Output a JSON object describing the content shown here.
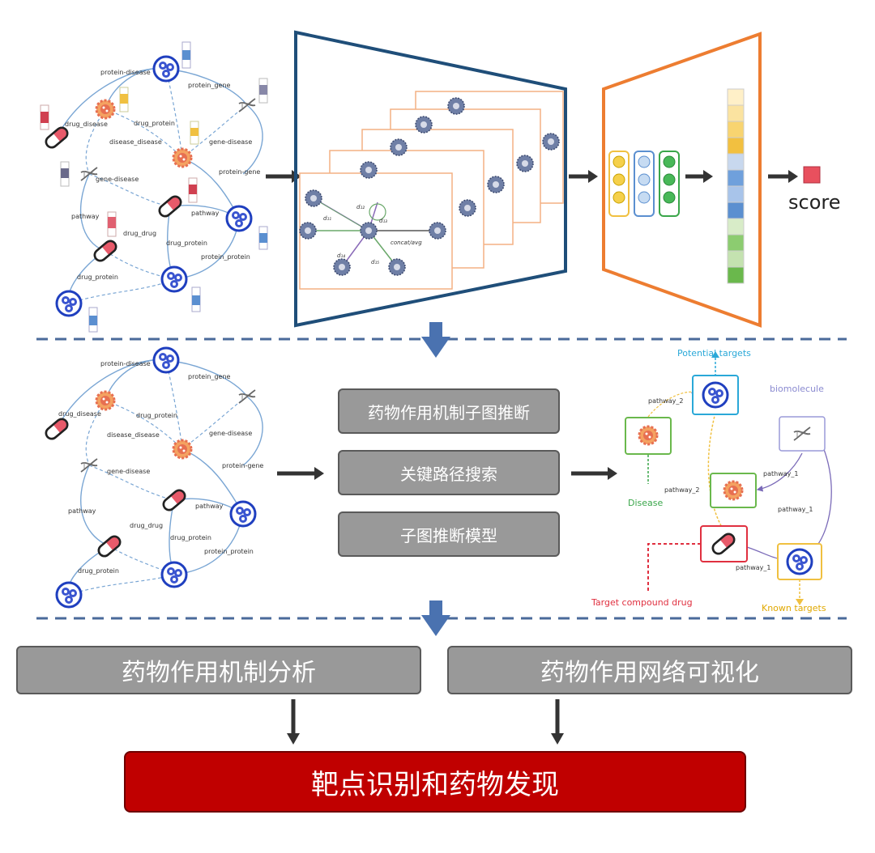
{
  "top_graph": {
    "edge_labels": [
      "protein-disease",
      "protein_gene",
      "drug_disease",
      "drug_protein",
      "disease_disease",
      "gene-disease",
      "gene-disease",
      "protein-gene",
      "pathway",
      "drug_drug",
      "pathway",
      "drug_protein",
      "protein_protein",
      "drug_protein"
    ]
  },
  "middle_graph": {
    "edge_labels": [
      "protein-disease",
      "protein_gene",
      "drug_disease",
      "drug_protein",
      "disease_disease",
      "gene-disease",
      "gene-disease",
      "protein-gene",
      "pathway",
      "drug_drug",
      "pathway",
      "drug_protein",
      "protein_protein",
      "drug_protein"
    ]
  },
  "gnn": {
    "agg_label": "concat/avg"
  },
  "score_label": "score",
  "middle_steps": [
    "药物作用机制子图推断",
    "关键路径搜索",
    "子图推断模型"
  ],
  "subgraph": {
    "potential_targets": "Potential targets",
    "biomolecule": "biomolecule",
    "disease": "Disease",
    "target_compound_drug": "Target compound drug",
    "known_targets": "Known targets",
    "edges": [
      "pathway_2",
      "pathway_2",
      "pathway_1",
      "pathway_1",
      "pathway_1"
    ]
  },
  "bottom": {
    "left_box": "药物作用机制分析",
    "right_box": "药物作用网络可视化",
    "final_box": "靶点识别和药物发现"
  },
  "colors": {
    "trapezoid_blue": "#1f4e79",
    "trapezoid_orange": "#ed7d31",
    "divider": "#4a6a9a",
    "down_arrow": "#4a72b0",
    "red_box": "#c00000",
    "gray_box": "#999999"
  }
}
